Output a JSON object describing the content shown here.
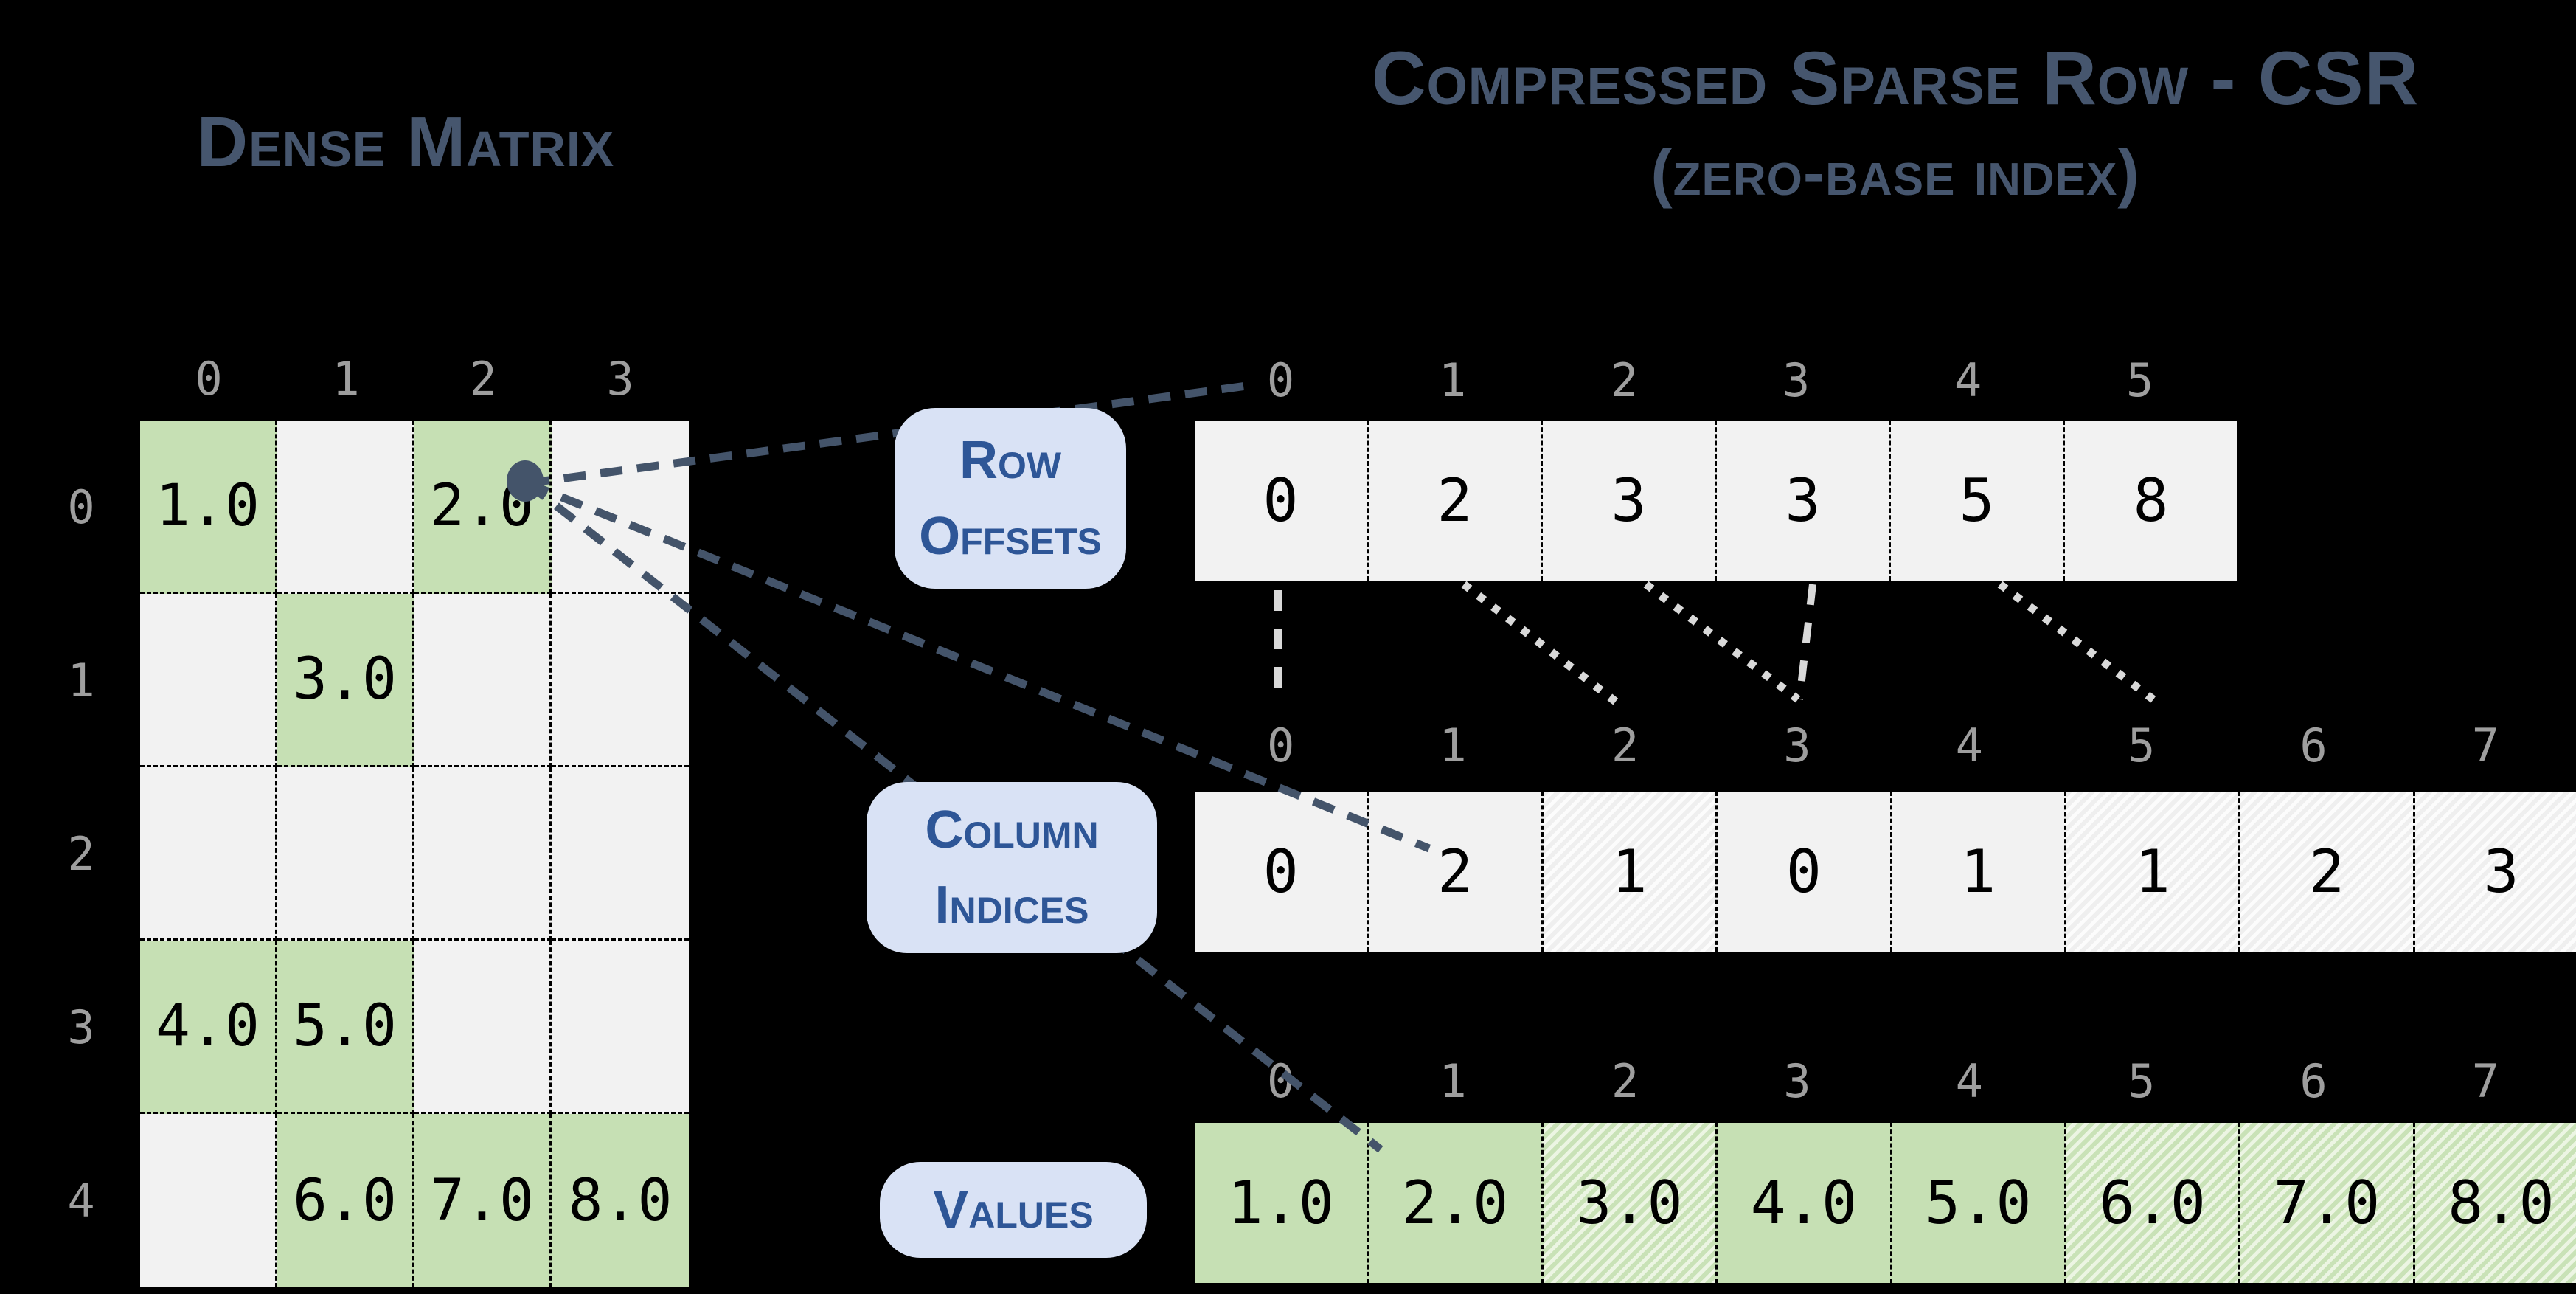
{
  "titles": {
    "dense": "Dense Matrix",
    "csr_line1": "Compressed Sparse Row - CSR",
    "csr_line2": "(zero-base index)"
  },
  "dense_matrix": {
    "col_headers": [
      "0",
      "1",
      "2",
      "3"
    ],
    "row_headers": [
      "0",
      "1",
      "2",
      "3",
      "4"
    ],
    "rows": [
      [
        {
          "v": "1.0",
          "filled": true
        },
        {
          "v": ""
        },
        {
          "v": "2.0",
          "filled": true
        },
        {
          "v": ""
        }
      ],
      [
        {
          "v": ""
        },
        {
          "v": "3.0",
          "filled": true
        },
        {
          "v": ""
        },
        {
          "v": ""
        }
      ],
      [
        {
          "v": ""
        },
        {
          "v": ""
        },
        {
          "v": ""
        },
        {
          "v": ""
        }
      ],
      [
        {
          "v": "4.0",
          "filled": true
        },
        {
          "v": "5.0",
          "filled": true
        },
        {
          "v": ""
        },
        {
          "v": ""
        }
      ],
      [
        {
          "v": ""
        },
        {
          "v": "6.0",
          "filled": true
        },
        {
          "v": "7.0",
          "filled": true
        },
        {
          "v": "8.0",
          "filled": true
        }
      ]
    ]
  },
  "labels": {
    "row_offsets": {
      "line1": "Row",
      "line2": "Offsets"
    },
    "column_indices": {
      "line1": "Column",
      "line2": "Indices"
    },
    "values": {
      "line1": "Values"
    }
  },
  "arrays": {
    "row_offsets": {
      "indices": [
        "0",
        "1",
        "2",
        "3",
        "4",
        "5"
      ],
      "cells": [
        {
          "v": "0"
        },
        {
          "v": "2"
        },
        {
          "v": "3"
        },
        {
          "v": "3"
        },
        {
          "v": "5"
        },
        {
          "v": "8"
        }
      ]
    },
    "column_indices": {
      "indices": [
        "0",
        "1",
        "2",
        "3",
        "4",
        "5",
        "6",
        "7"
      ],
      "cells": [
        {
          "v": "0"
        },
        {
          "v": "2"
        },
        {
          "v": "1",
          "hatched": true
        },
        {
          "v": "0"
        },
        {
          "v": "1"
        },
        {
          "v": "1",
          "hatched": true
        },
        {
          "v": "2",
          "hatched": true
        },
        {
          "v": "3",
          "hatched": true
        }
      ]
    },
    "values": {
      "indices": [
        "0",
        "1",
        "2",
        "3",
        "4",
        "5",
        "6",
        "7"
      ],
      "cells": [
        {
          "v": "1.0"
        },
        {
          "v": "2.0"
        },
        {
          "v": "3.0",
          "hatched": true
        },
        {
          "v": "4.0"
        },
        {
          "v": "5.0"
        },
        {
          "v": "6.0",
          "hatched": true
        },
        {
          "v": "7.0",
          "hatched": true
        },
        {
          "v": "8.0",
          "hatched": true
        }
      ]
    }
  },
  "colors": {
    "background": "#000000",
    "title_text": "#46566e",
    "index_text": "#9e9e9e",
    "cell_text": "#000000",
    "empty_cell": "#f2f2f2",
    "filled_cell": "#c6e0b4",
    "label_box_fill": "#d9e2f5",
    "label_box_text": "#2e5697",
    "connector_navy": "#44546a",
    "connector_gray": "#d9d9d9"
  }
}
